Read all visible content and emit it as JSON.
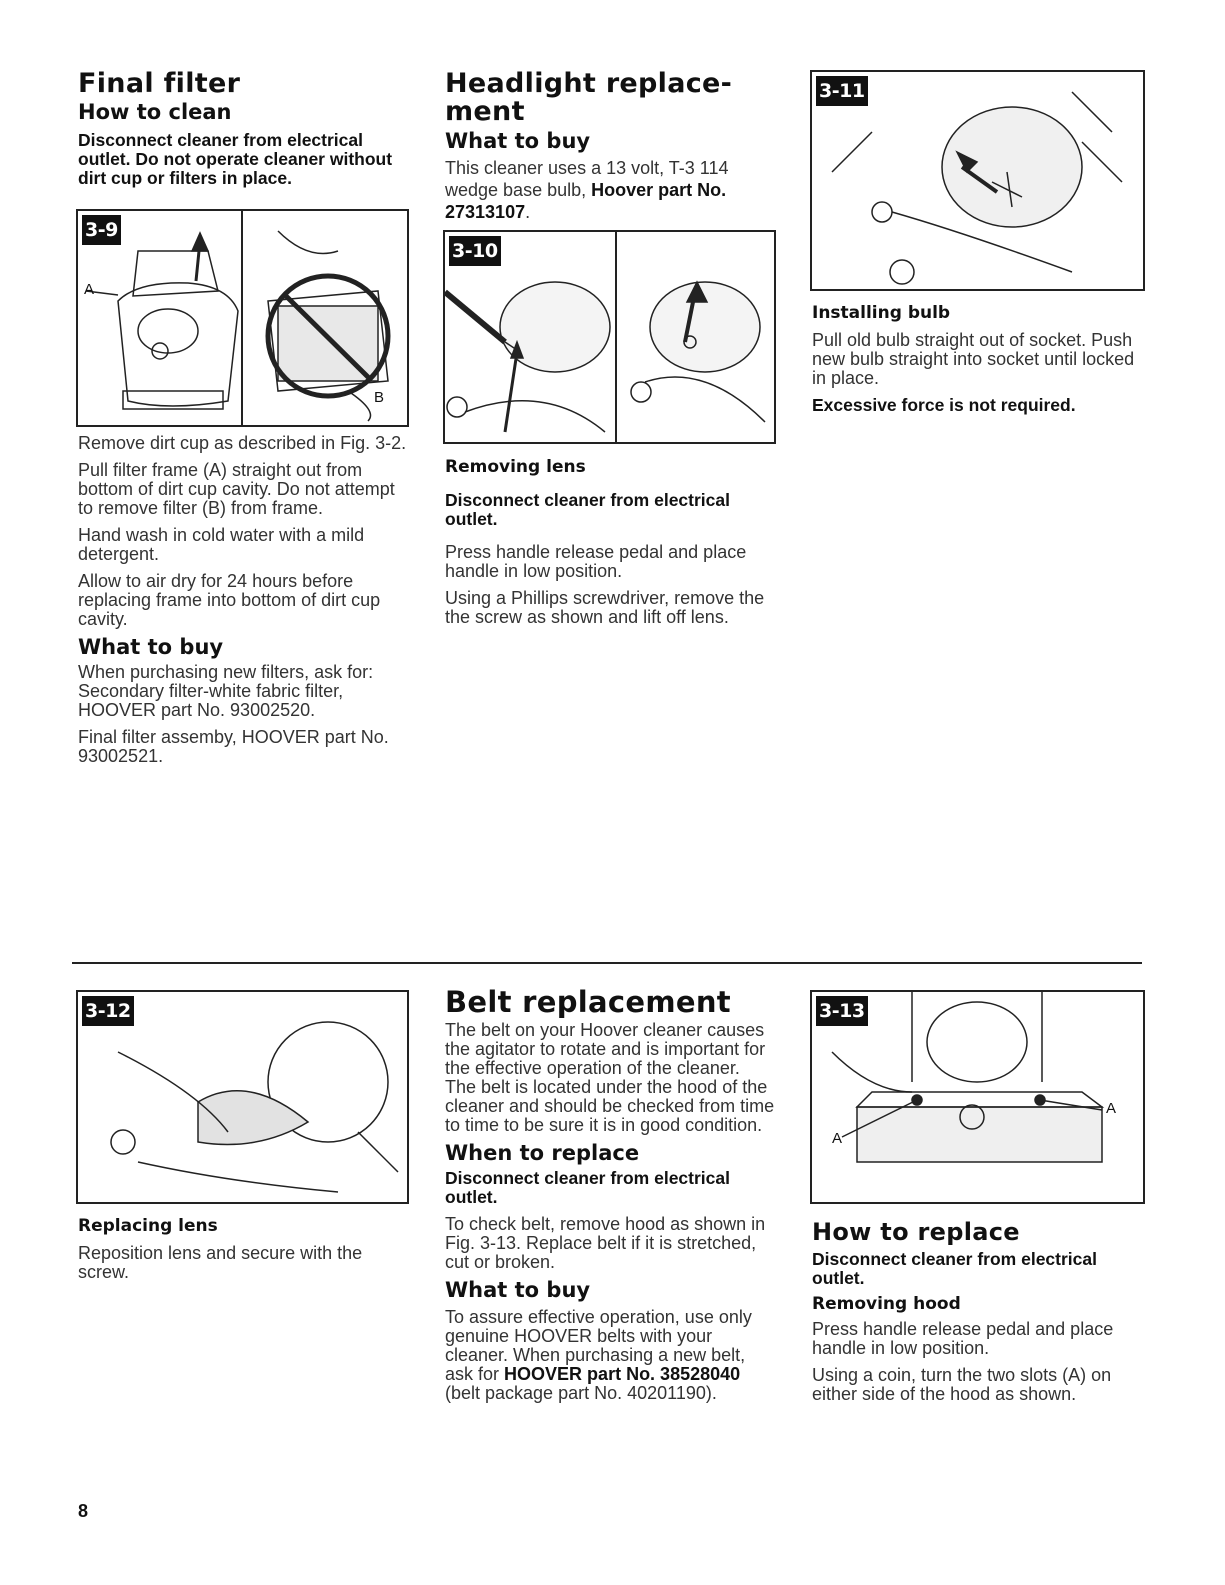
{
  "col1": {
    "title": "Final filter",
    "subtitle": "How to clean",
    "warning": "Disconnect cleaner from electrical outlet. Do not operate cleaner without dirt cup or filters in place.",
    "figure": {
      "label": "3-9",
      "callout_a": "A",
      "callout_b": "B"
    },
    "paras": [
      "Remove dirt cup as described in Fig. 3-2.",
      "Pull filter frame (A) straight out from bottom of dirt cup cavity. Do not attempt to remove filter (B) from frame.",
      "Hand wash in cold water with a mild detergent.",
      "Allow to air dry for 24 hours before replacing frame into bottom of dirt cup cavity."
    ],
    "buy_heading": "What to buy",
    "buy_intro": "When purchasing new filters, ask for:",
    "buy_item1": "Secondary filter-white fabric filter, HOOVER part No. 93002520.",
    "buy_item2": "Final filter assemby, HOOVER part No. 93002521."
  },
  "col2": {
    "title_line1": "Headlight replace-",
    "title_line2": "ment",
    "subtitle": "What to buy",
    "intro_text": "This cleaner uses a 13 volt, T-3 114 wedge base bulb,",
    "intro_bold": "Hoover part No. 27313107",
    "intro_end": ".",
    "figure": {
      "label": "3-10"
    },
    "caption": "Removing lens",
    "warning": "Disconnect cleaner from electrical outlet.",
    "paras": [
      "Press handle release pedal and place handle in low position.",
      "Using a Phillips screwdriver, remove the the screw as shown and lift off lens."
    ]
  },
  "col3": {
    "figure": {
      "label": "3-11"
    },
    "caption": "Installing bulb",
    "para": "Pull old bulb straight out of socket. Push new bulb straight into socket until locked in place.",
    "note": "Excessive force is not required."
  },
  "bottom1": {
    "figure": {
      "label": "3-12"
    },
    "caption": "Replacing lens",
    "para": "Reposition lens and secure with the screw."
  },
  "bottom2": {
    "title": "Belt replacement",
    "intro": "The belt on your Hoover cleaner causes the agitator to rotate and is important for the effective operation of the cleaner. The belt is located under the hood of the cleaner and should be checked from time to time to be sure it is in good condition.",
    "when_heading": "When to replace",
    "warning": "Disconnect cleaner from electrical outlet.",
    "when_para": "To check belt, remove hood as shown in Fig. 3-13. Replace belt if it is stretched, cut or broken.",
    "buy_heading": "What to buy",
    "buy_text": "To assure effective operation, use only genuine HOOVER belts with your cleaner. When purchasing a new belt, ask for",
    "buy_bold": "HOOVER part No. 38528040",
    "buy_end": "(belt package part No. 40201190)."
  },
  "bottom3": {
    "figure": {
      "label": "3-13",
      "callout_a": "A"
    },
    "heading": "How to replace",
    "warning": "Disconnect cleaner from electrical outlet.",
    "subheading": "Removing hood",
    "paras": [
      "Press handle release pedal and place handle in low position.",
      "Using a coin, turn the two slots (A) on either side of the hood as shown."
    ]
  },
  "page_number": "8"
}
